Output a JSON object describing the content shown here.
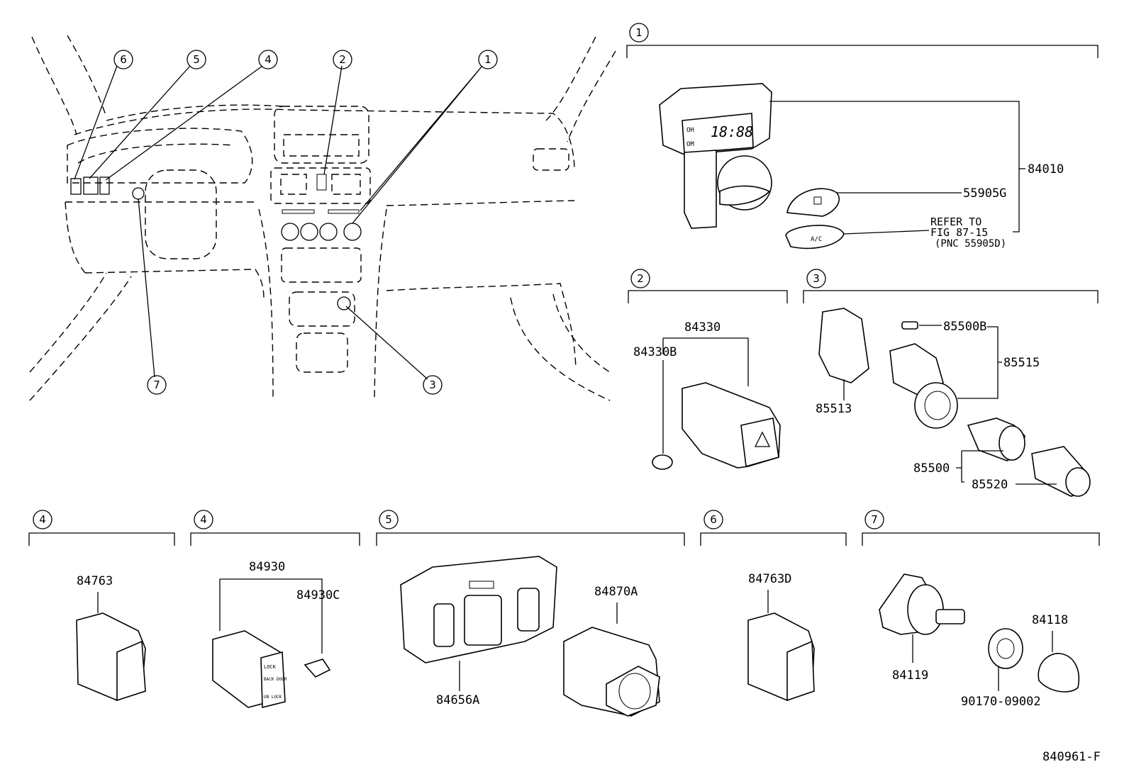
{
  "dashboard_callouts": [
    "1",
    "2",
    "3",
    "4",
    "5",
    "6",
    "7"
  ],
  "groups": [
    {
      "id": "1",
      "parts": [
        "84010",
        "55905G"
      ],
      "refer_note": [
        "REFER TO",
        "FIG 87-15",
        "(PNC 55905D)"
      ],
      "clock_display": "18:88"
    },
    {
      "id": "2",
      "parts": [
        "84330",
        "84330B"
      ]
    },
    {
      "id": "3",
      "parts": [
        "85500B",
        "85515",
        "85513",
        "85500",
        "85520"
      ]
    },
    {
      "id": "4",
      "parts": [
        "84763"
      ]
    },
    {
      "id": "4",
      "parts": [
        "84930",
        "84930C"
      ],
      "switch_text": [
        "LOCK",
        "BACK DOOR",
        "UN LOCK"
      ]
    },
    {
      "id": "5",
      "parts": [
        "84656A",
        "84870A"
      ]
    },
    {
      "id": "6",
      "parts": [
        "84763D"
      ]
    },
    {
      "id": "7",
      "parts": [
        "84119",
        "84118",
        "90170-09002"
      ]
    }
  ],
  "switch_labels": {
    "a_c": "A/C"
  },
  "figure_code": "840961-F"
}
